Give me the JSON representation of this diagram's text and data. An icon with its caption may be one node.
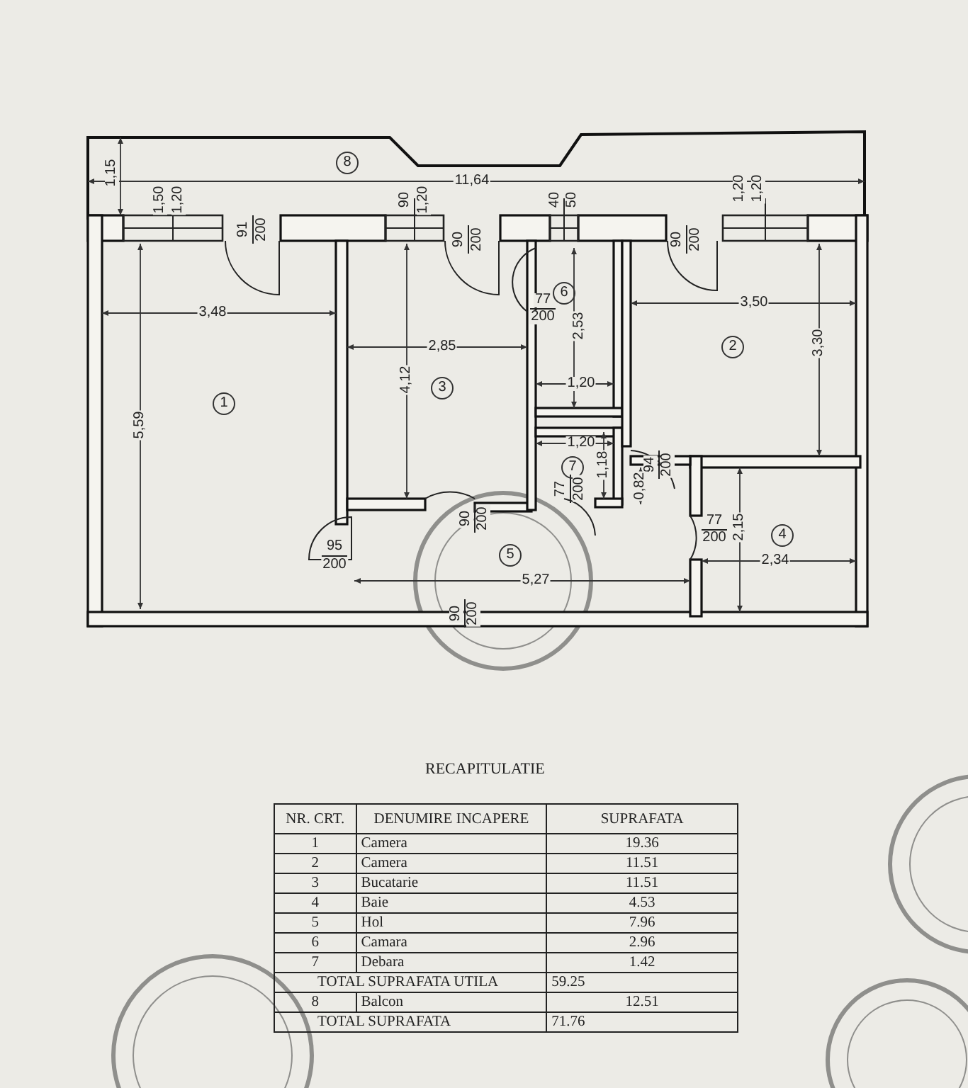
{
  "diagram": {
    "labels": [
      "8",
      "1,15",
      "11,64",
      "1,50",
      "1,20",
      "90",
      "1,20",
      "40",
      "50",
      "1,20",
      "1,20",
      "91",
      "200",
      "90",
      "200",
      "90",
      "200",
      "3,48",
      "6",
      "77",
      "200",
      "3,50",
      "2,53",
      "3,30",
      "2,85",
      "2",
      "4,12",
      "3",
      "1,20",
      "1",
      "5,59",
      "1,20",
      "7",
      "1,18",
      "94",
      "200",
      "0,82",
      "77",
      "200",
      "2,15",
      "90",
      "200",
      "77",
      "200",
      "4",
      "95",
      "200",
      "5",
      "5,27",
      "2,34",
      "90",
      "200",
      "RECAPITULATIE",
      "NR. CRT.",
      "DENUMIRE INCAPERE",
      "SUPRAFATA",
      "1",
      "Camera",
      "19.36",
      "2",
      "Camera",
      "11.51",
      "3",
      "Bucatarie",
      "11.51",
      "4",
      "Baie",
      "4.53",
      "5",
      "Hol",
      "7.96",
      "6",
      "Camara",
      "2.96",
      "7",
      "Debara",
      "1.42",
      "TOTAL SUPRAFATA UTILA",
      "59.25",
      "8",
      "Balcon",
      "12.51",
      "TOTAL SUPRAFATA",
      "71.76"
    ]
  }
}
